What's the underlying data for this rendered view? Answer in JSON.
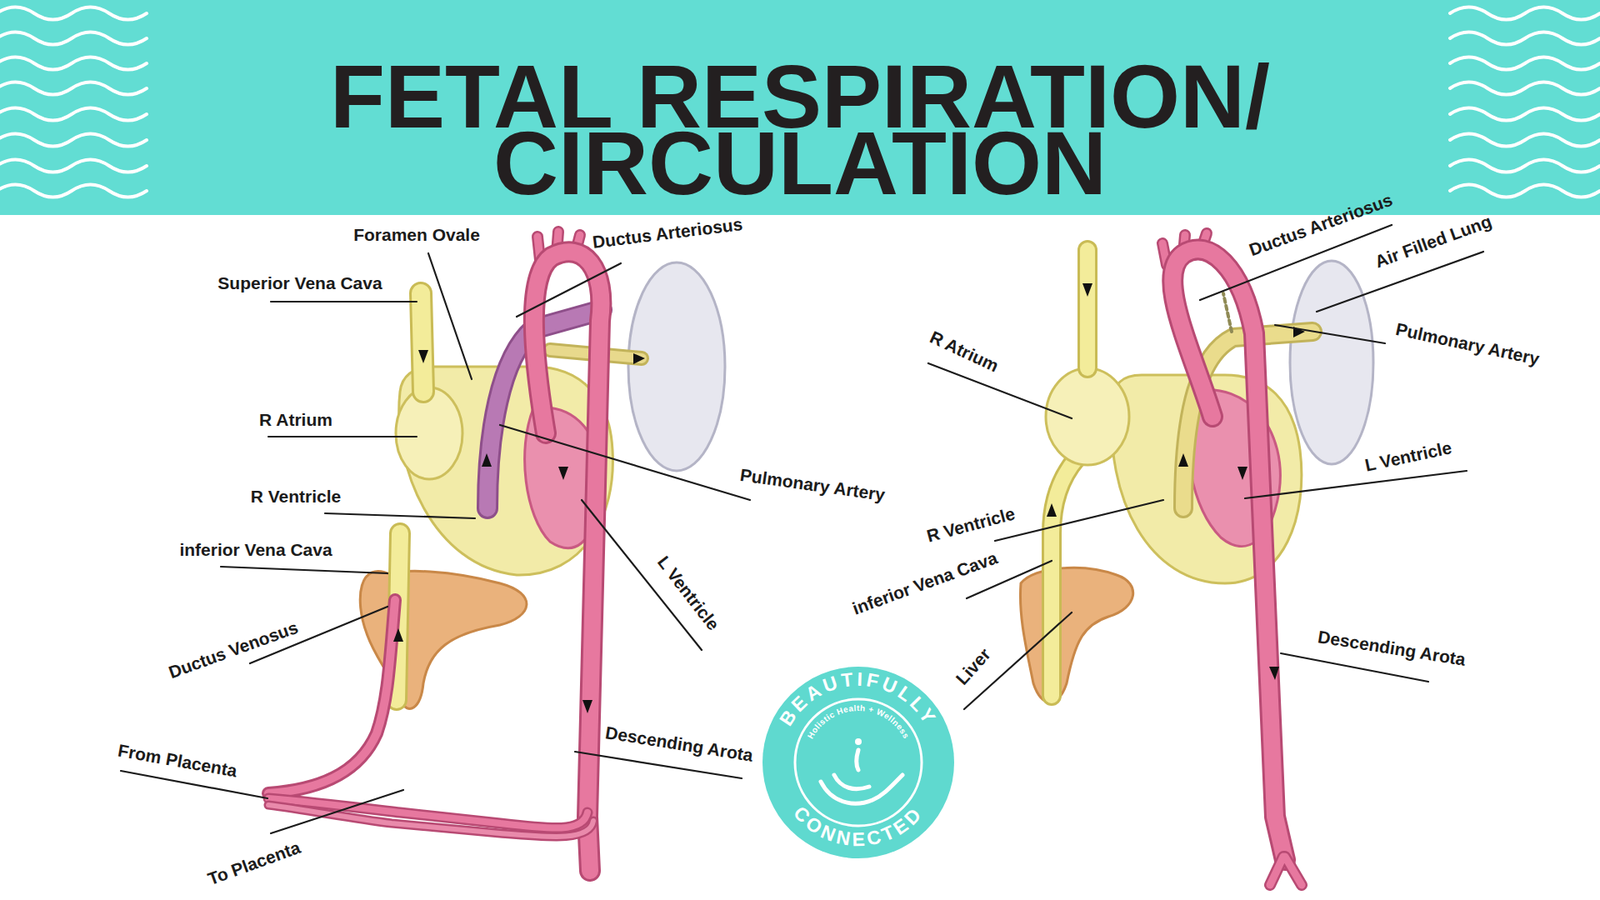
{
  "diagram": {
    "title": "FETAL RESPIRATION/ CIRCULATION",
    "nodes": [
      {
        "text": [
          "BEAUTIFULLY",
          "Holistic Health + Wellness",
          "CONNECTED"
        ]
      }
    ],
    "labels": [
      "Foramen Ovale",
      "Ductus Arteriosus",
      "Superior Vena Cava",
      "R Atrium",
      "Pulmonary Artery",
      "R Ventricle",
      "inferior Vena Cava",
      "L Ventricle",
      "Ductus Venosus",
      "From Placenta",
      "Descending Arota",
      "To Placenta",
      "Ductus Arteriosus",
      "Air Filled Lung",
      "R Atrium",
      "Pulmonary Artery",
      "L Ventricle",
      "R Ventricle",
      "inferior Vena Cava",
      "Liver",
      "Descending Arota"
    ]
  }
}
